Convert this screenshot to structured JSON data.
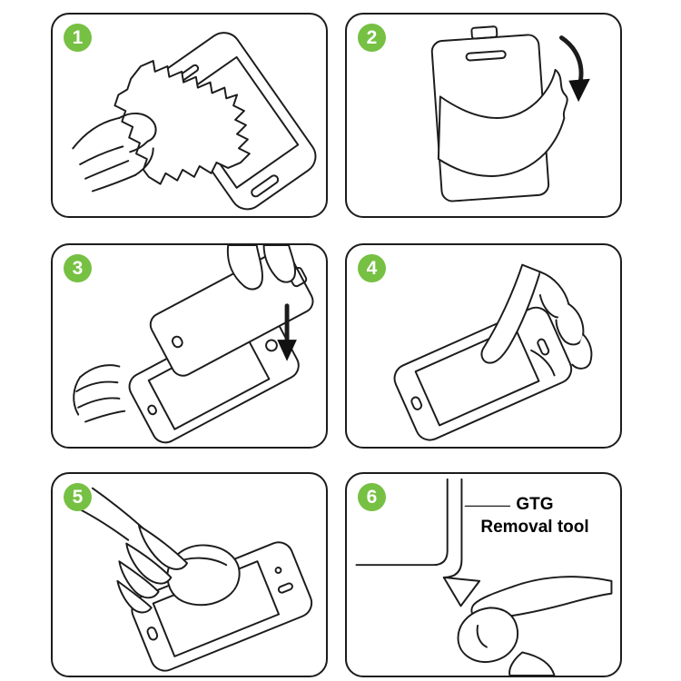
{
  "colors": {
    "badge_green": "#76c043",
    "line_black": "#1c1c1c",
    "background": "#ffffff"
  },
  "steps": [
    {
      "number": "1",
      "illustration": "wipe-screen-with-cloth"
    },
    {
      "number": "2",
      "illustration": "peel-protective-film"
    },
    {
      "number": "3",
      "illustration": "align-glass-over-phone"
    },
    {
      "number": "4",
      "illustration": "press-center-of-screen"
    },
    {
      "number": "5",
      "illustration": "smooth-out-bubbles-with-cloth"
    },
    {
      "number": "6",
      "illustration": "use-removal-tool-at-corner"
    }
  ],
  "step6_label": {
    "line1": "GTG",
    "line2": "Removal tool"
  }
}
